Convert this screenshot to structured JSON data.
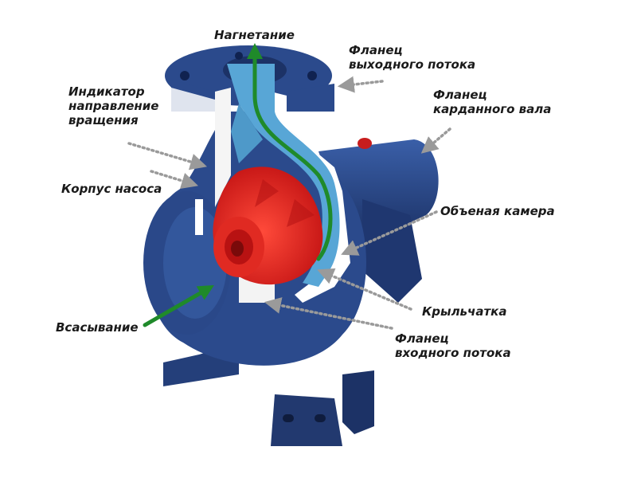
{
  "labels": {
    "discharge": "Нагнетание",
    "outlet_flange": {
      "line1": "Фланец",
      "line2": "выходного потока"
    },
    "rotation_indicator": {
      "line1": "Индикатор",
      "line2": "направление",
      "line3": "вращения"
    },
    "cardan_shaft_flange": {
      "line1": "Фланец",
      "line2": "карданного вала"
    },
    "pump_casing": "Корпус насоса",
    "volute_chamber": "Объеная камера",
    "impeller": "Крыльчатка",
    "suction": "Всасывание",
    "inlet_flange": {
      "line1": "Фланец",
      "line2": "входного потока"
    }
  },
  "colors": {
    "casing_blue": "#2b4a8c",
    "casing_dark": "#1c3266",
    "water_light_blue": "#58a6d6",
    "impeller_red": "#d81f1f",
    "flow_arrow_green": "#1f8a2a",
    "leader_gray": "#9a9a9a"
  }
}
